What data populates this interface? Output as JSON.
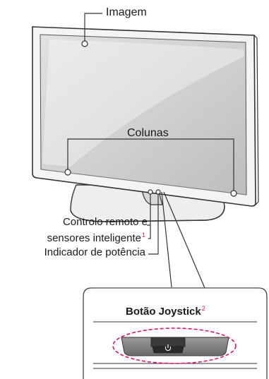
{
  "labels": {
    "image": "Imagem",
    "speakers": "Colunas",
    "remote_line1": "Controlo remoto e",
    "remote_line2": "sensores inteligente",
    "remote_footnote": "1",
    "power_indicator": "Indicador de potência",
    "joystick_button": "Botão Joystick",
    "joystick_footnote": "2"
  },
  "icons": {
    "power": "power-icon"
  },
  "colors": {
    "callout_dashes": "#e0116a",
    "footnote": "#e0116a",
    "outline": "#333333",
    "screen_fill": "#cfcfcf"
  }
}
